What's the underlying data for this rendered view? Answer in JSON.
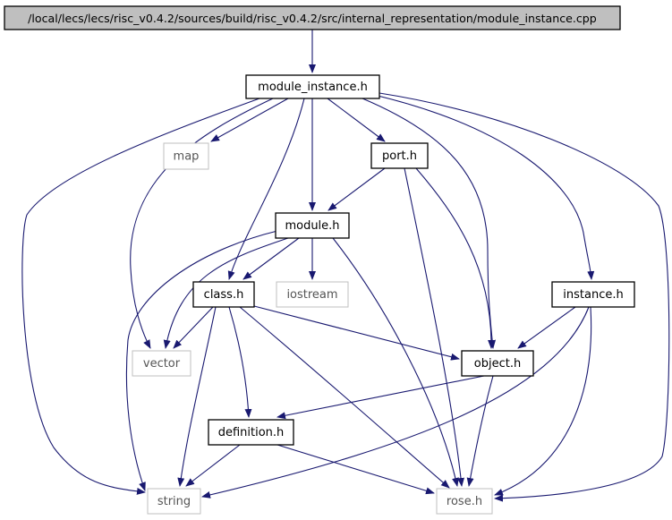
{
  "diagram": {
    "title": "Include dependency graph",
    "colors": {
      "edge": "#191970",
      "root_fill": "#bfbfbf",
      "node_border": "#000000",
      "system_border": "#bfbfbf"
    },
    "nodes": [
      {
        "id": "module_instance_cpp",
        "label": "/local/lecs/lecs/risc_v0.4.2/sources/build/risc_v0.4.2/src/internal_representation/module_instance.cpp",
        "kind": "root"
      },
      {
        "id": "module_instance_h",
        "label": "module_instance.h",
        "kind": "header"
      },
      {
        "id": "map",
        "label": "map",
        "kind": "system"
      },
      {
        "id": "port_h",
        "label": "port.h",
        "kind": "header"
      },
      {
        "id": "module_h",
        "label": "module.h",
        "kind": "header"
      },
      {
        "id": "class_h",
        "label": "class.h",
        "kind": "header"
      },
      {
        "id": "iostream",
        "label": "iostream",
        "kind": "system"
      },
      {
        "id": "instance_h",
        "label": "instance.h",
        "kind": "header"
      },
      {
        "id": "vector",
        "label": "vector",
        "kind": "system"
      },
      {
        "id": "object_h",
        "label": "object.h",
        "kind": "header"
      },
      {
        "id": "definition_h",
        "label": "definition.h",
        "kind": "header"
      },
      {
        "id": "string",
        "label": "string",
        "kind": "system"
      },
      {
        "id": "rose_h",
        "label": "rose.h",
        "kind": "system"
      }
    ],
    "edges": [
      {
        "from": "module_instance_cpp",
        "to": "module_instance_h"
      },
      {
        "from": "module_instance_h",
        "to": "map"
      },
      {
        "from": "module_instance_h",
        "to": "port_h"
      },
      {
        "from": "module_instance_h",
        "to": "module_h"
      },
      {
        "from": "module_instance_h",
        "to": "class_h"
      },
      {
        "from": "module_instance_h",
        "to": "vector"
      },
      {
        "from": "module_instance_h",
        "to": "string"
      },
      {
        "from": "module_instance_h",
        "to": "object_h"
      },
      {
        "from": "module_instance_h",
        "to": "instance_h"
      },
      {
        "from": "module_instance_h",
        "to": "rose_h"
      },
      {
        "from": "port_h",
        "to": "module_h"
      },
      {
        "from": "port_h",
        "to": "object_h"
      },
      {
        "from": "port_h",
        "to": "rose_h"
      },
      {
        "from": "module_h",
        "to": "class_h"
      },
      {
        "from": "module_h",
        "to": "iostream"
      },
      {
        "from": "module_h",
        "to": "vector"
      },
      {
        "from": "module_h",
        "to": "string"
      },
      {
        "from": "module_h",
        "to": "rose_h"
      },
      {
        "from": "class_h",
        "to": "vector"
      },
      {
        "from": "class_h",
        "to": "object_h"
      },
      {
        "from": "class_h",
        "to": "definition_h"
      },
      {
        "from": "class_h",
        "to": "string"
      },
      {
        "from": "class_h",
        "to": "rose_h"
      },
      {
        "from": "instance_h",
        "to": "object_h"
      },
      {
        "from": "instance_h",
        "to": "string"
      },
      {
        "from": "instance_h",
        "to": "rose_h"
      },
      {
        "from": "object_h",
        "to": "definition_h"
      },
      {
        "from": "object_h",
        "to": "rose_h"
      },
      {
        "from": "definition_h",
        "to": "string"
      },
      {
        "from": "definition_h",
        "to": "rose_h"
      }
    ]
  }
}
